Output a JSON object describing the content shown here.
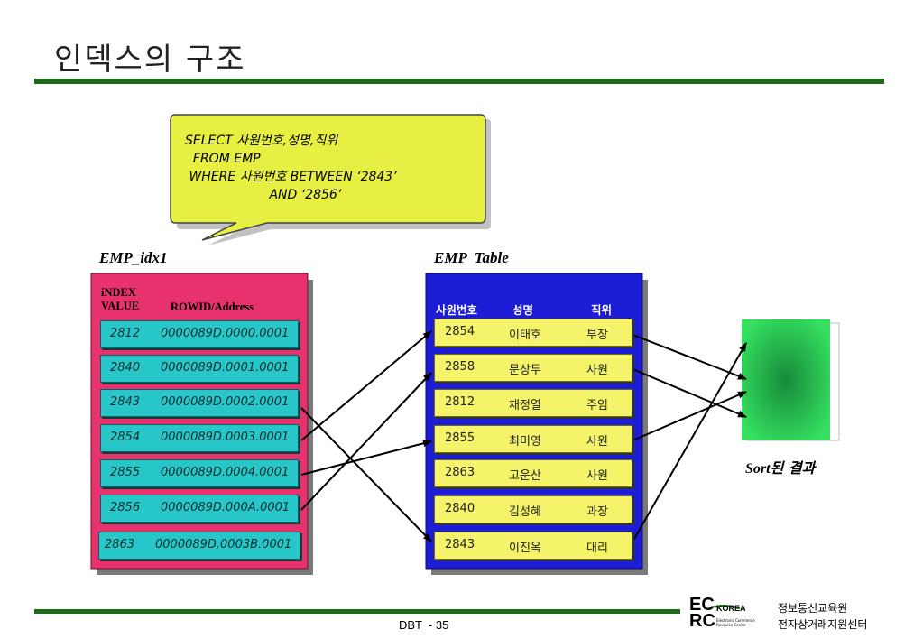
{
  "title": "인덱스의 구조",
  "query": {
    "lines": [
      "SELECT 사원번호,성명,직위",
      "  FROM EMP",
      " WHERE 사원번호 BETWEEN ‘2843’",
      "                     AND ‘2856’"
    ]
  },
  "index": {
    "label": "EMP_idx1",
    "col_index_line1": "iNDEX",
    "col_index_line2": "VALUE",
    "col_rowid": "ROWID/Address",
    "rows": [
      {
        "value": "2812",
        "rowid": "0000089D.0000.0001"
      },
      {
        "value": "2840",
        "rowid": "0000089D.0001.0001"
      },
      {
        "value": "2843",
        "rowid": "0000089D.0002.0001"
      },
      {
        "value": "2854",
        "rowid": "0000089D.0003.0001"
      },
      {
        "value": "2855",
        "rowid": "0000089D.0004.0001"
      },
      {
        "value": "2856",
        "rowid": "0000089D.000A.0001"
      },
      {
        "value": "2863",
        "rowid": "0000089D.0003B.0001"
      }
    ]
  },
  "table": {
    "label": "EMP  Table",
    "headers": [
      "사원번호",
      "성명",
      "직위"
    ],
    "rows": [
      [
        "2854",
        "이태호",
        "부장"
      ],
      [
        "2858",
        "문상두",
        "사원"
      ],
      [
        "2812",
        "채정열",
        "주임"
      ],
      [
        "2855",
        "최미영",
        "사원"
      ],
      [
        "2863",
        "고운산",
        "사원"
      ],
      [
        "2840",
        "김성혜",
        "과장"
      ],
      [
        "2843",
        "이진옥",
        "대리"
      ]
    ]
  },
  "sort_result": {
    "label_en": "Sort",
    "label_ko": "된 결과"
  },
  "footer": {
    "page": "DBT  - 35",
    "logo_top": "EC",
    "logo_bottom": "RC",
    "logo_korea": "KOREA",
    "logo_sub1": "Electronic Commerce",
    "logo_sub2": "Resource Center",
    "org_line1": "정보통신교육원",
    "org_line2": "전자상거래지원센터"
  },
  "colors": {
    "rule": "#1f6b1a",
    "bubble": "#e6ef42",
    "index_panel": "#e8326e",
    "index_row": "#27c7c9",
    "table_panel": "#1d1dd8",
    "table_row": "#f4f36a",
    "sort_box": "#1fc64f"
  }
}
